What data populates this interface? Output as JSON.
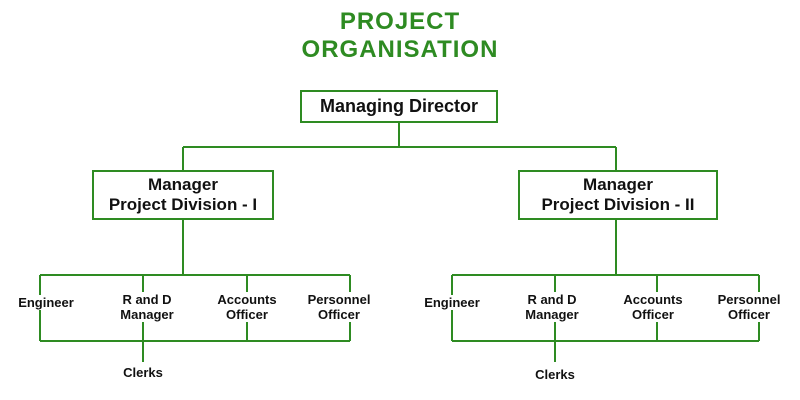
{
  "title": {
    "line1": "PROJECT",
    "line2": "ORGANISATION"
  },
  "root": {
    "label": "Managing Director"
  },
  "divisions": [
    {
      "line1": "Manager",
      "line2": "Project Division - I",
      "staff": [
        {
          "line1": "Engineer",
          "line2": ""
        },
        {
          "line1": "R and D",
          "line2": "Manager"
        },
        {
          "line1": "Accounts",
          "line2": "Officer"
        },
        {
          "line1": "Personnel",
          "line2": "Officer"
        }
      ],
      "sub": "Clerks"
    },
    {
      "line1": "Manager",
      "line2": "Project Division - II",
      "staff": [
        {
          "line1": "Engineer",
          "line2": ""
        },
        {
          "line1": "R and D",
          "line2": "Manager"
        },
        {
          "line1": "Accounts",
          "line2": "Officer"
        },
        {
          "line1": "Personnel",
          "line2": "Officer"
        }
      ],
      "sub": "Clerks"
    }
  ],
  "colors": {
    "accent": "#2e8b22",
    "text": "#111111",
    "background": "#ffffff"
  }
}
